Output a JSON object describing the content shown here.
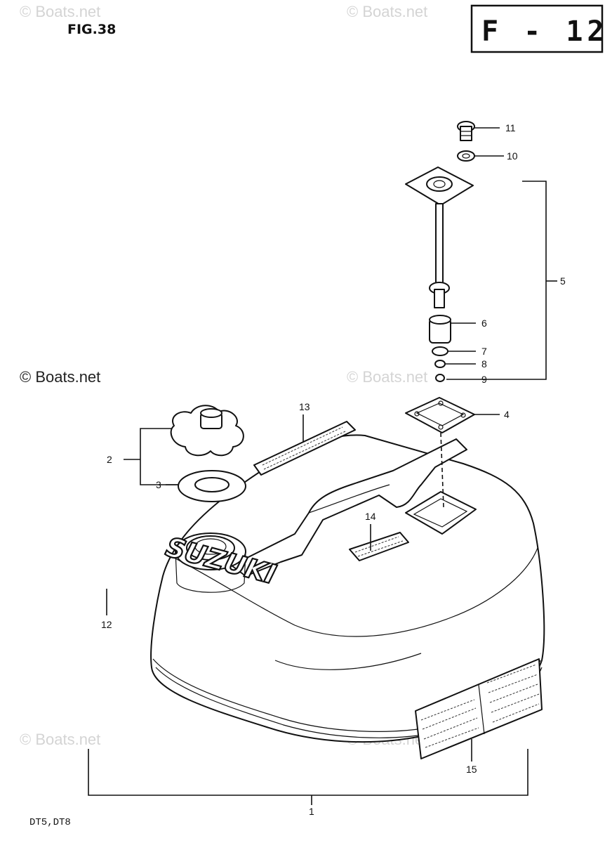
{
  "header": {
    "figure_label": "FIG.38",
    "page_code": "F - 12"
  },
  "watermarks": {
    "top_left": "© Boats.net",
    "top_center": "© Boats.net",
    "middle_left": "© Boats.net",
    "middle_center": "© Boats.net",
    "bottom_left": "© Boats.net",
    "bottom_center": "© Boats.net"
  },
  "footer": {
    "model_label": "DT5,DT8"
  },
  "logo_decal_text": "SUZUKI",
  "callouts": {
    "p1": "1",
    "p2": "2",
    "p3": "3",
    "p4": "4",
    "p5": "5",
    "p6": "6",
    "p7": "7",
    "p8": "8",
    "p9": "9",
    "p10": "10",
    "p11": "11",
    "p12": "12",
    "p13": "13",
    "p14": "14",
    "p15": "15"
  }
}
